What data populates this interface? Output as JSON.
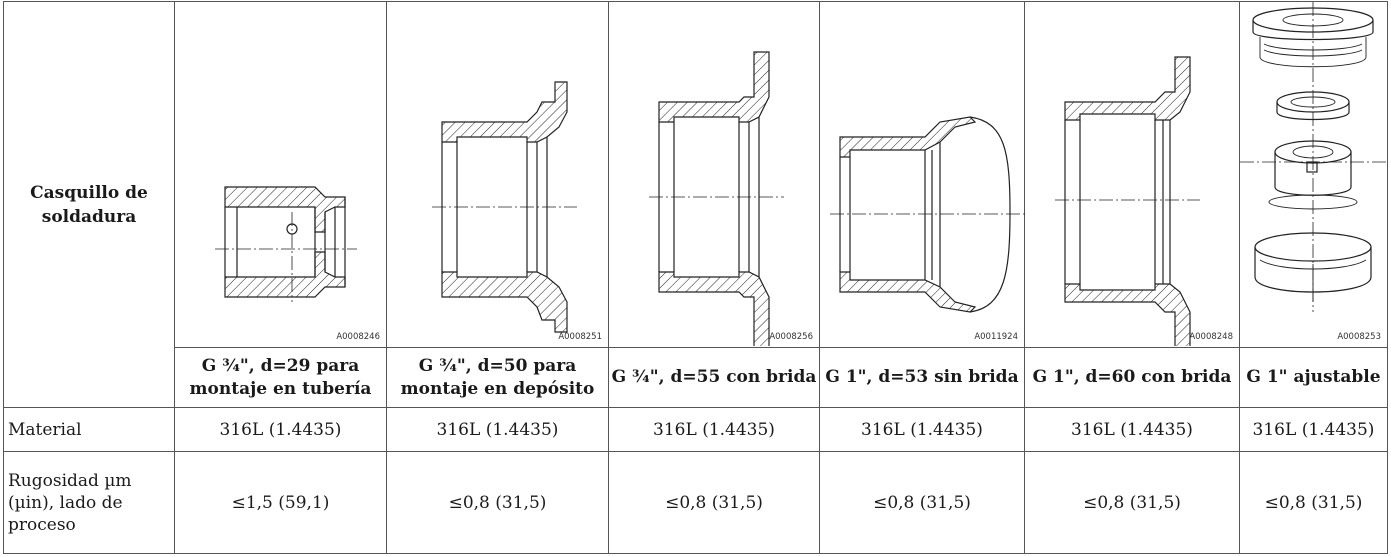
{
  "row_header": "Casquillo de soldadura",
  "columns": [
    {
      "name": "G ¾\", d=29 para montaje en tubería",
      "code": "A0008246",
      "material": "316L (1.4435)",
      "roughness": "≤1,5 (59,1)"
    },
    {
      "name": "G ¾\", d=50 para montaje en depósito",
      "code": "A0008251",
      "material": "316L (1.4435)",
      "roughness": "≤0,8 (31,5)"
    },
    {
      "name": "G ¾\", d=55 con brida",
      "code": "A0008256",
      "material": "316L (1.4435)",
      "roughness": "≤0,8 (31,5)"
    },
    {
      "name": "G 1\", d=53 sin brida",
      "code": "A0011924",
      "material": "316L (1.4435)",
      "roughness": "≤0,8 (31,5)"
    },
    {
      "name": "G 1\", d=60 con brida",
      "code": "A0008248",
      "material": "316L (1.4435)",
      "roughness": "≤0,8 (31,5)"
    },
    {
      "name": "G 1\" ajustable",
      "code": "A0008253",
      "material": "316L (1.4435)",
      "roughness": "≤0,8 (31,5)"
    }
  ],
  "material_label": "Material",
  "roughness_label": "Rugosidad µm (µin), lado de proceso",
  "drawing_icons": [
    "weld-socket-pipe-drawing",
    "weld-socket-tank-drawing",
    "weld-socket-flange-drawing",
    "weld-socket-noflange-drawing",
    "weld-socket-flange60-drawing",
    "weld-socket-adjustable-drawing"
  ]
}
